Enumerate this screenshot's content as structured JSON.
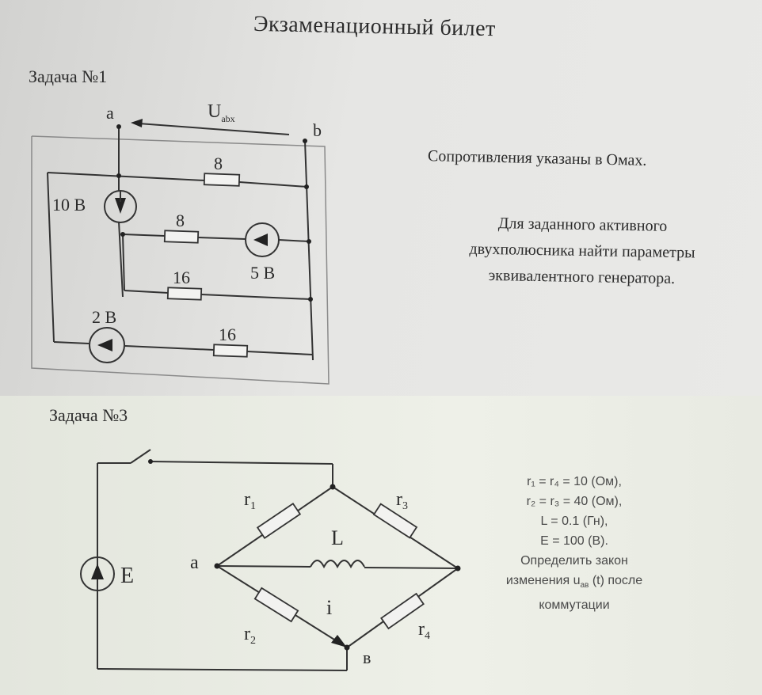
{
  "ticket": {
    "title": "Экзаменационный билет"
  },
  "task1": {
    "heading": "Задача №1",
    "node_a": "a",
    "node_b": "b",
    "voltage_label": "U",
    "voltage_sub": "abx",
    "r_top": "8",
    "r_mid": "8",
    "r_low": "16",
    "r_bottom": "16",
    "src_left": "10 В",
    "src_right": "5 В",
    "src_bottom": "2 В",
    "note1": "Сопротивления указаны в Омах.",
    "note2_line1": "Для заданного активного",
    "note2_line2": "двухполюсника найти параметры",
    "note2_line3": "эквивалентного генератора."
  },
  "task3": {
    "heading": "Задача №3",
    "r1": "r",
    "r1_sub": "1",
    "r2": "r",
    "r2_sub": "2",
    "r3": "r",
    "r3_sub": "3",
    "r4": "r",
    "r4_sub": "4",
    "inductor": "L",
    "current": "i",
    "node_a": "a",
    "node_b": "в",
    "source": "E",
    "params": [
      "r₁ = r₄ = 10 (Ом),",
      "r₂ = r₃ = 40 (Ом),",
      "L = 0.1 (Гн),",
      "E = 100 (В)."
    ],
    "question_line1": "Определить закон",
    "question_line2_pre": "изменения u",
    "question_line2_sub": "ав",
    "question_line2_post": " (t) после",
    "question_line3": "коммутации"
  }
}
